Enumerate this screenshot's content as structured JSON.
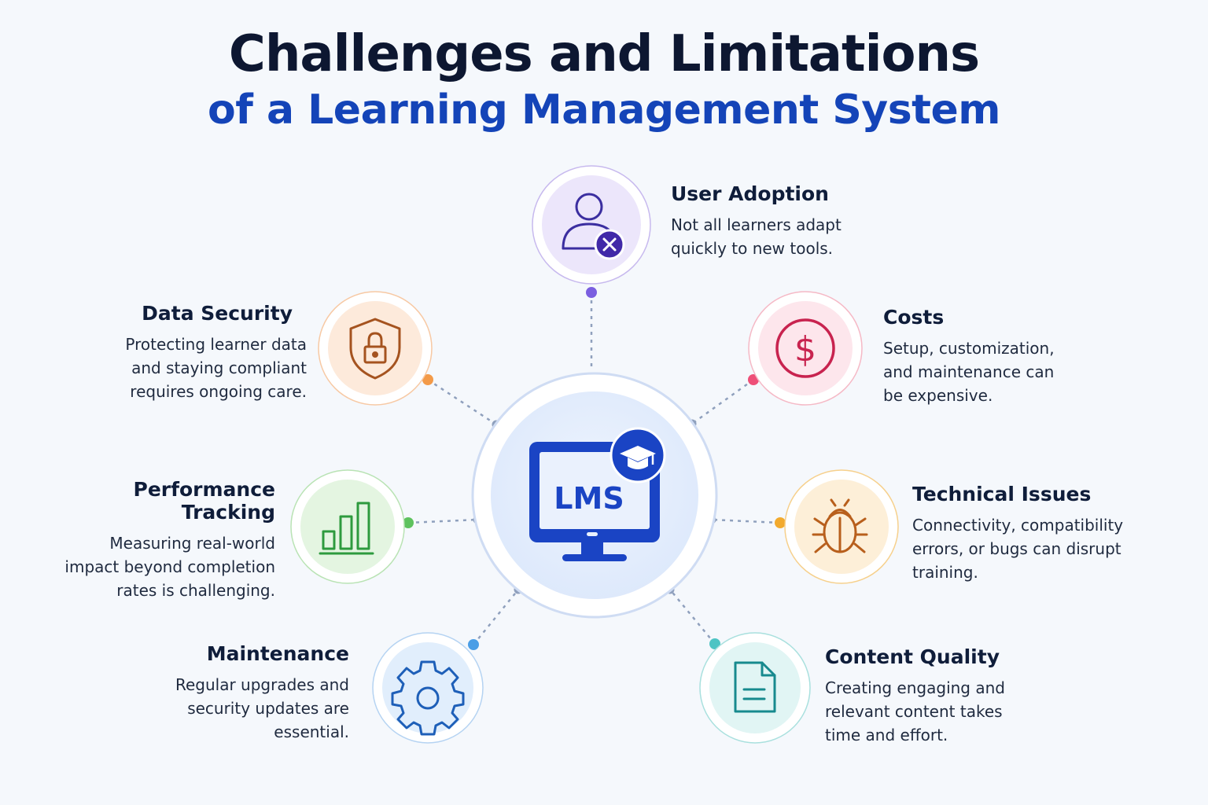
{
  "header": {
    "title": "Challenges and Limitations",
    "subtitle": "of a Learning Management System"
  },
  "center": {
    "label": "LMS",
    "icon": "monitor-graduation-cap-icon",
    "color": "#1a44c4"
  },
  "challenges": [
    {
      "title": "User Adoption",
      "description": "Not all learners adapt quickly to new tools.",
      "icon": "user-x-icon",
      "color": "#5b3fc4"
    },
    {
      "title": "Costs",
      "description": "Setup, customization, and maintenance can be expensive.",
      "icon": "dollar-icon",
      "color": "#c8234f"
    },
    {
      "title": "Technical Issues",
      "description": "Connectivity, compatibility errors, or bugs can disrupt training.",
      "icon": "bug-icon",
      "color": "#c06a1e"
    },
    {
      "title": "Content Quality",
      "description": "Creating engaging and relevant content takes time and effort.",
      "icon": "document-icon",
      "color": "#178a8e"
    },
    {
      "title": "Maintenance",
      "description": "Regular upgrades and security updates are essential.",
      "icon": "gear-icon",
      "color": "#1e5fb8"
    },
    {
      "title": "Performance Tracking",
      "description": "Measuring real-world impact beyond completion rates is challenging.",
      "icon": "bar-chart-icon",
      "color": "#2e9a3e"
    },
    {
      "title": "Data Security",
      "description": "Protecting learner data and staying compliant requires ongoing care.",
      "icon": "shield-lock-icon",
      "color": "#a5531f"
    }
  ]
}
